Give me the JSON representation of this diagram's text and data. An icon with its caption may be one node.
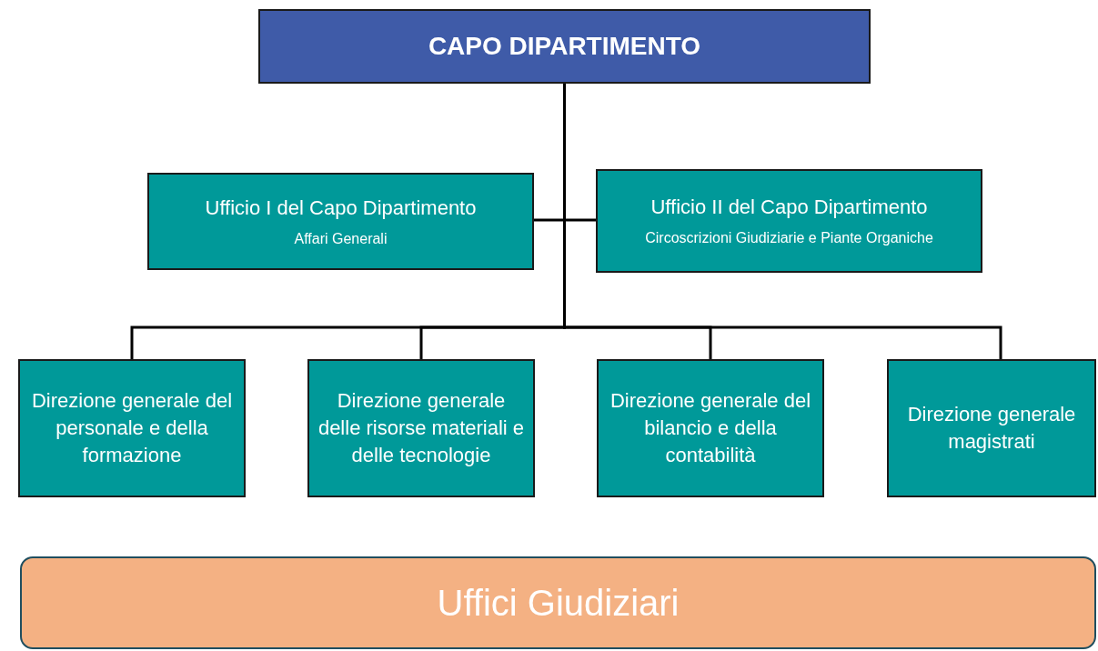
{
  "diagram": {
    "nodes": [
      {
        "text": [
          "CAPO DIPARTIMENTO"
        ]
      },
      {
        "text": [
          "Ufficio I del Capo Dipartimento",
          "Affari Generali"
        ]
      },
      {
        "text": [
          "Ufficio II del Capo Dipartimento",
          "Circoscrizioni Giudiziarie e Piante Organiche"
        ]
      },
      {
        "text": [
          "Direzione generale del personale e della formazione"
        ]
      },
      {
        "text": [
          "Direzione generale delle risorse materiali e delle tecnologie"
        ]
      },
      {
        "text": [
          "Direzione generale del bilancio e della contabilità"
        ]
      },
      {
        "text": [
          "Direzione generale magistrati"
        ]
      },
      {
        "text": [
          "Uffici Giudiziari"
        ]
      }
    ],
    "edges": [
      {
        "from": 0,
        "to": 1,
        "arrow": "none"
      },
      {
        "from": 0,
        "to": 2,
        "arrow": "none"
      },
      {
        "from": 0,
        "to": 3,
        "arrow": "none"
      },
      {
        "from": 0,
        "to": 4,
        "arrow": "none"
      },
      {
        "from": 0,
        "to": 5,
        "arrow": "none"
      },
      {
        "from": 0,
        "to": 6,
        "arrow": "none"
      }
    ]
  }
}
